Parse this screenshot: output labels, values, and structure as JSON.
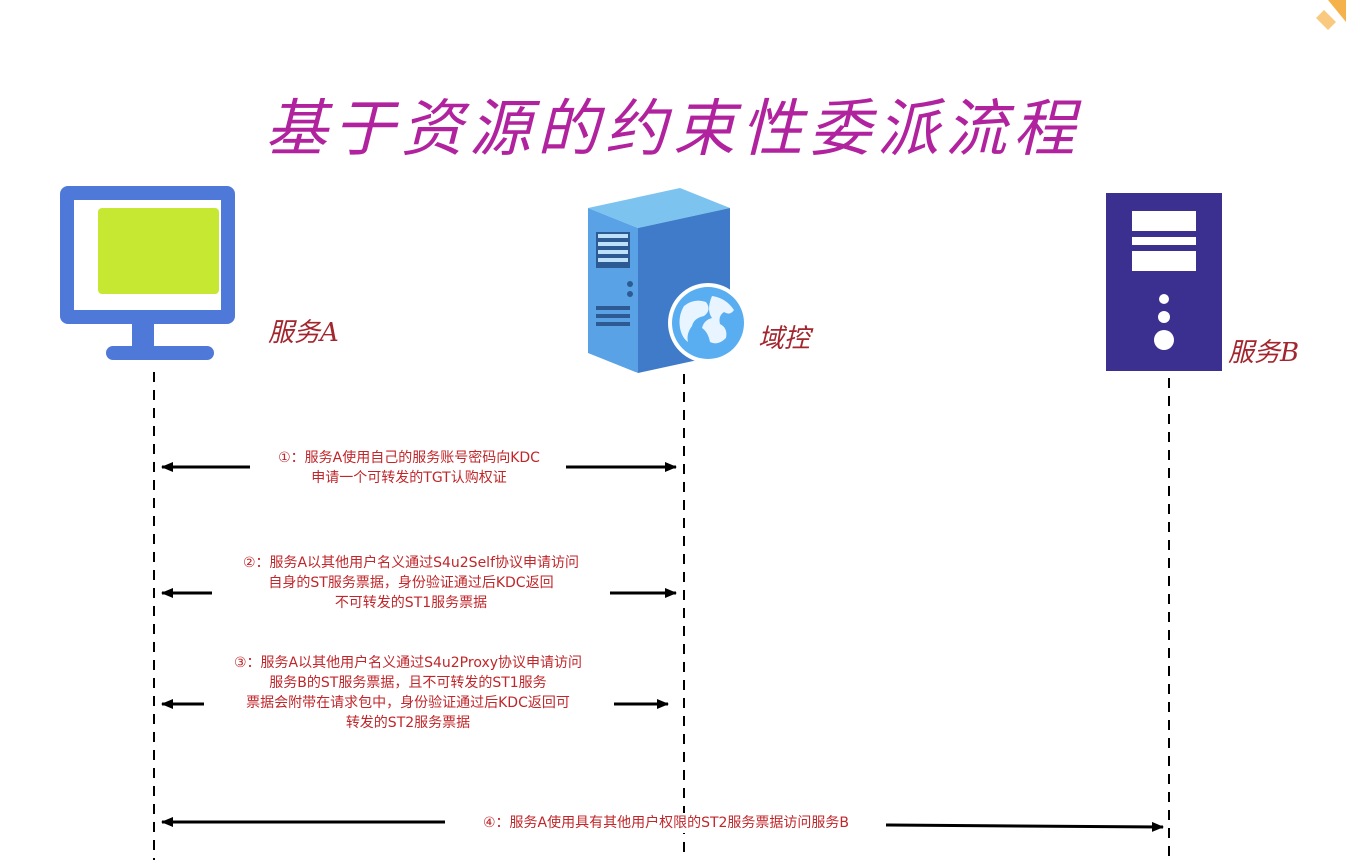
{
  "title": "基于资源的约束性委派流程",
  "actors": {
    "service_a": "服务A",
    "kdc": "域控",
    "service_b": "服务B"
  },
  "messages": [
    {
      "lines": [
        "①：服务A使用自己的服务账号密码向KDC",
        "申请一个可转发的TGT认购权证"
      ]
    },
    {
      "lines": [
        "②：服务A以其他用户名义通过S4u2Self协议申请访问",
        "自身的ST服务票据，身份验证通过后KDC返回",
        "不可转发的ST1服务票据"
      ]
    },
    {
      "lines": [
        "③：服务A以其他用户名义通过S4u2Proxy协议申请访问",
        "服务B的ST服务票据，且不可转发的ST1服务",
        "票据会附带在请求包中，身份验证通过后KDC返回可",
        "转发的ST2服务票据"
      ]
    },
    {
      "lines": [
        "④：服务A使用具有其他用户权限的ST2服务票据访问服务B"
      ]
    }
  ],
  "colors": {
    "title": "#b1239e",
    "actor_label": "#a3262e",
    "message_text": "#c0262a",
    "monitor": "#4f79d8",
    "monitor_screen": "#c7e833",
    "server_tower": "#4a8fd8",
    "server_b": "#3b2f8f",
    "accent_corner": "#f6b24a"
  }
}
